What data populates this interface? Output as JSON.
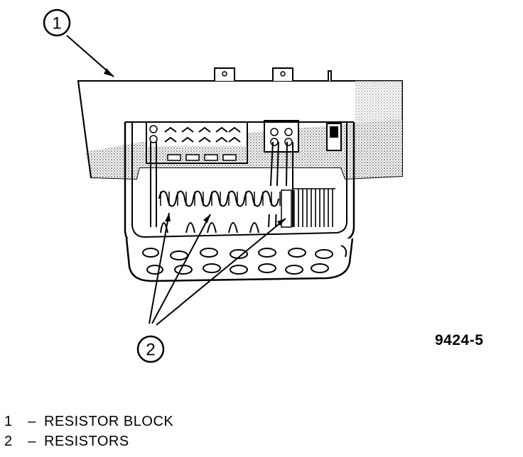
{
  "callouts": [
    {
      "number": "1"
    },
    {
      "number": "2"
    }
  ],
  "figure_id": "9424-5",
  "legend": [
    {
      "number": "1",
      "dash": "–",
      "label": "RESISTOR BLOCK"
    },
    {
      "number": "2",
      "dash": "–",
      "label": "RESISTORS"
    }
  ],
  "colors": {
    "ink": "#000000",
    "shade": "#b8b8b8",
    "paper": "#ffffff"
  }
}
